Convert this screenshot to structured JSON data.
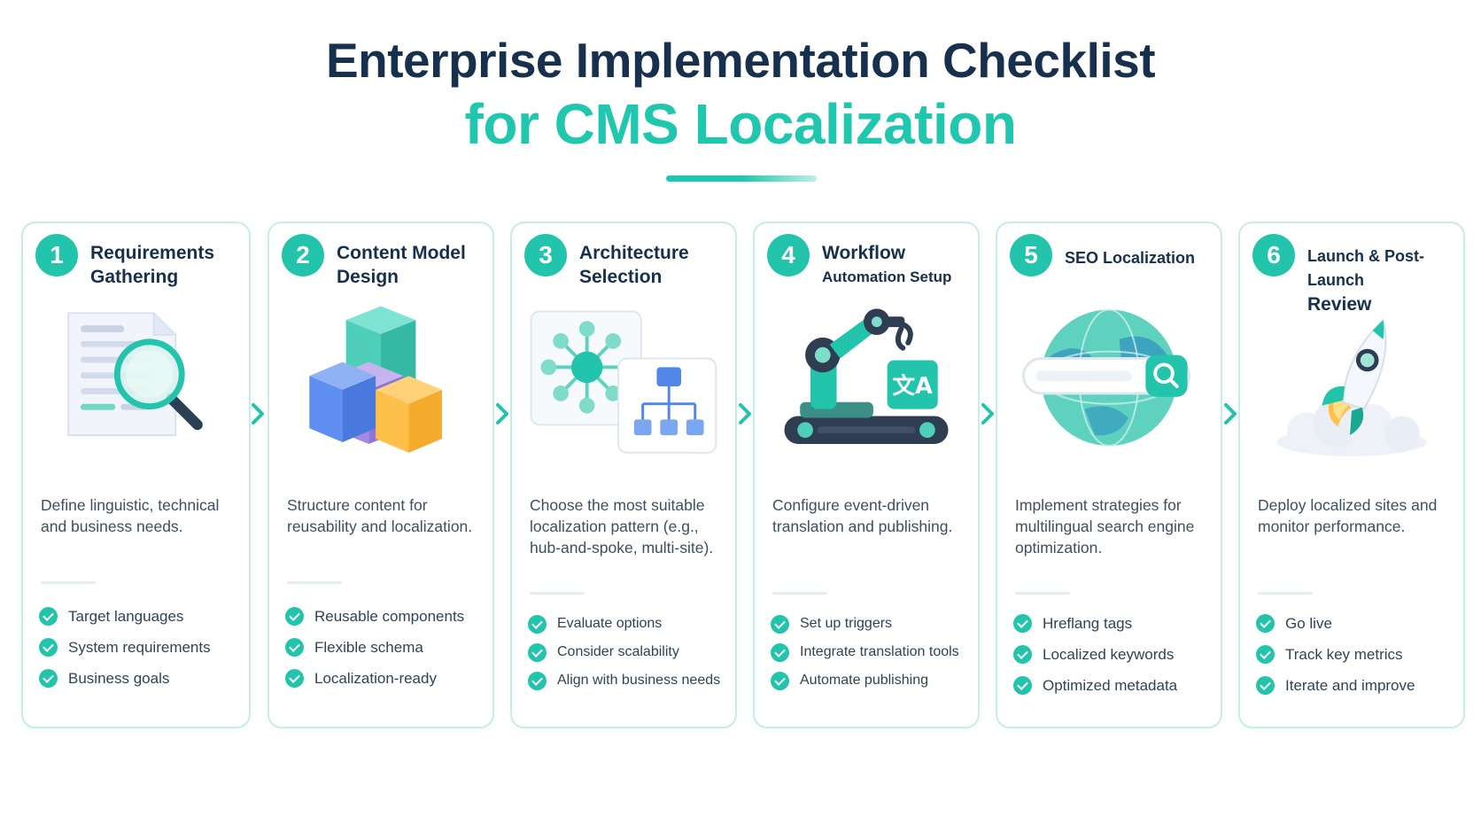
{
  "title": {
    "line1": "Enterprise Implementation Checklist",
    "line2": "for CMS Localization"
  },
  "colors": {
    "accent": "#1ec7ad",
    "heading": "#17304d",
    "card_border": "#c9ede6"
  },
  "steps": [
    {
      "number": "1",
      "title_line1": "Requirements",
      "title_line2": "Gathering",
      "icon": "document-magnifier-icon",
      "description": "Define linguistic, technical and business needs.",
      "checks": [
        "Target languages",
        "System requirements",
        "Business goals"
      ]
    },
    {
      "number": "2",
      "title_line1": "Content Model",
      "title_line2": "Design",
      "icon": "cubes-icon",
      "description": "Structure content for reusability and localization.",
      "checks": [
        "Reusable components",
        "Flexible schema",
        "Localization-ready"
      ]
    },
    {
      "number": "3",
      "title_line1": "Architecture",
      "title_line2": "Selection",
      "icon": "hub-and-hierarchy-icon",
      "description": "Choose the most suitable localization pattern (e.g., hub-and-spoke, multi-site).",
      "checks": [
        "Evaluate options",
        "Consider scalability",
        "Align with business needs"
      ]
    },
    {
      "number": "4",
      "title_line1": "Workflow",
      "title_line2": "Automation Setup",
      "icon": "robot-arm-translate-icon",
      "description": "Configure event-driven translation and publishing.",
      "checks": [
        "Set up triggers",
        "Integrate translation tools",
        "Automate publishing"
      ]
    },
    {
      "number": "5",
      "title_line1": "SEO Localization",
      "title_line2": "",
      "icon": "globe-search-icon",
      "description": "Implement strategies for multilingual search engine optimization.",
      "checks": [
        "Hreflang tags",
        "Localized keywords",
        "Optimized metadata"
      ]
    },
    {
      "number": "6",
      "title_line1": "Launch & Post-Launch",
      "title_line2": "Review",
      "icon": "rocket-icon",
      "description": "Deploy localized sites and monitor performance.",
      "checks": [
        "Go live",
        "Track key metrics",
        "Iterate and improve"
      ]
    }
  ]
}
